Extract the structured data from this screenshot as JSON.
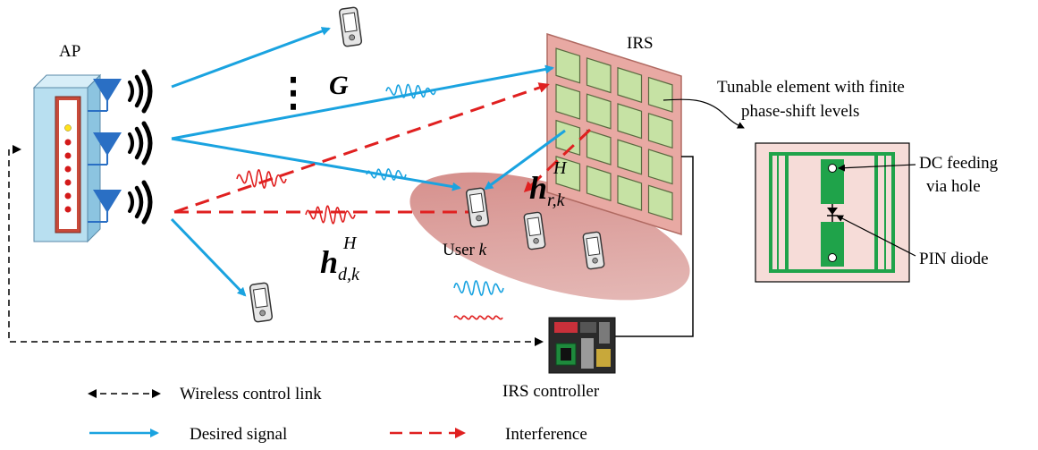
{
  "labels": {
    "ap": "AP",
    "irs": "IRS",
    "g": "G",
    "user_k_prefix": "User ",
    "user_k_index": "k",
    "h_d_base": "h",
    "h_d_sup": "H",
    "h_d_sub": "d,k",
    "h_r_base": "h",
    "h_r_sup": "H",
    "h_r_sub": "r,k",
    "tunable_line1": "Tunable element with finite",
    "tunable_line2": "phase-shift levels",
    "dc_line1": "DC feeding",
    "dc_line2": "via hole",
    "pin": "PIN diode",
    "irs_controller": "IRS controller",
    "vdots": "⋮"
  },
  "legend": {
    "wireless": "Wireless control link",
    "desired": "Desired signal",
    "interference": "Interference"
  },
  "colors": {
    "desired": "#1aa3e0",
    "interference": "#e02020",
    "irs_frame": "#e8a9a3",
    "irs_cell": "#c6e2a4",
    "ellipse": "#c9625c",
    "ap_body": "#b8dff0",
    "antenna": "#2a6fc4",
    "pcb_green": "#1fa34a"
  }
}
